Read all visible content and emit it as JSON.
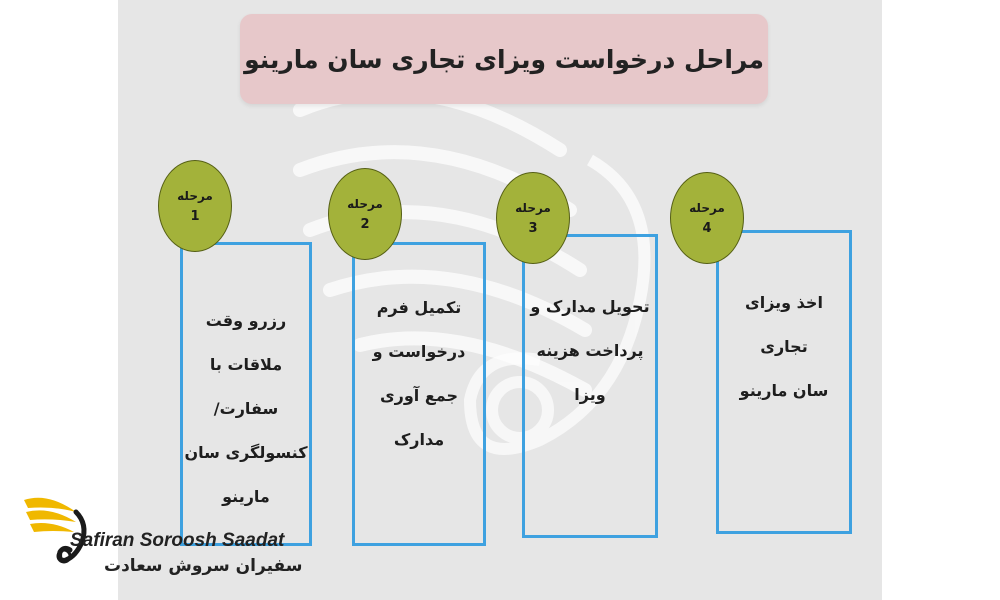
{
  "title": "مراحل درخواست ویزای تجاری سان مارینو",
  "colors": {
    "title_bg": "#e7c8ca",
    "box_border": "#3ea1e0",
    "oval_fill": "#a3b23a",
    "logo_gold": "#f0b800",
    "background": "#e6e6e6"
  },
  "stages": [
    {
      "label": "مرحله",
      "number": "1",
      "lines": [
        "رزرو وقت",
        "ملاقات با",
        "سفارت/",
        "کنسولگری سان",
        "مارینو"
      ]
    },
    {
      "label": "مرحله",
      "number": "2",
      "lines": [
        "تکمیل فرم",
        "درخواست و",
        "جمع آوری",
        "مدارک"
      ]
    },
    {
      "label": "مرحله",
      "number": "3",
      "lines": [
        "تحویل مدارک و",
        "پرداخت هزینه",
        "ویزا"
      ]
    },
    {
      "label": "مرحله",
      "number": "4",
      "lines": [
        "اخذ ویزای",
        "تجاری",
        "سان مارینو"
      ]
    }
  ],
  "logo": {
    "latin": "Safiran Soroosh Saadat",
    "persian": "سفیران سروش سعادت",
    "icon": "swan-wing-icon"
  }
}
